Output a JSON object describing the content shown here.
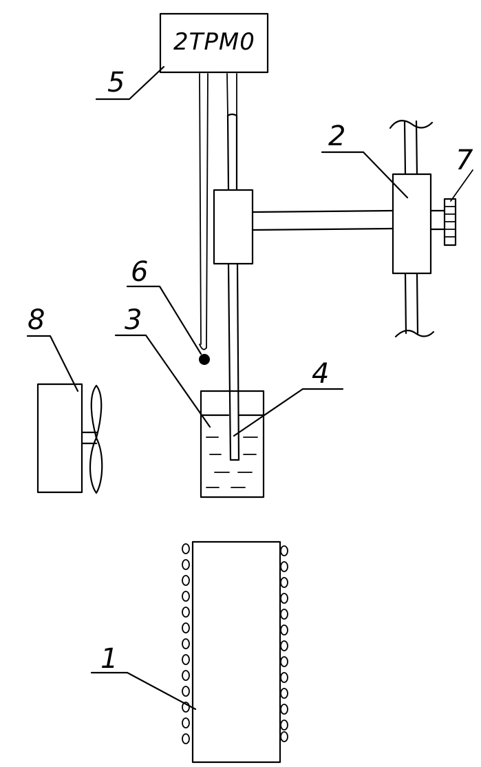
{
  "device": {
    "name": "2ТРМ0"
  },
  "labels": {
    "heater": "1",
    "clamp": "2",
    "vessel": "3",
    "sample": "4",
    "controller": "5",
    "sensor": "6",
    "screw": "7",
    "fan": "8"
  }
}
